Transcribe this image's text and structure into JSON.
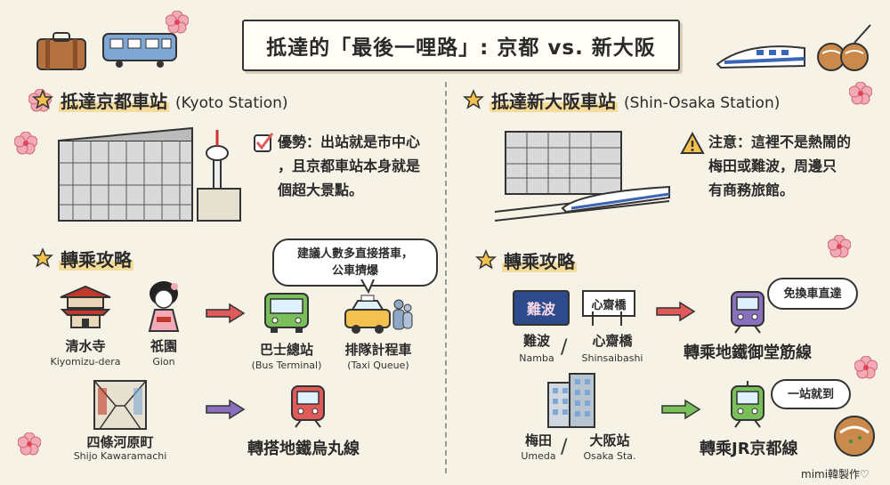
{
  "title": "抵達的「最後一哩路」: 京都 vs. 新大阪",
  "kyoto": {
    "heading": "抵達京都車站",
    "heading_en": "(Kyoto Station)",
    "advantage_lines": [
      "優勢：出站就是市中心",
      "，且京都車站本身就是",
      "個超大景點。"
    ],
    "transfer_heading": "轉乘攻略",
    "dest1_cn": "清水寺",
    "dest1_en": "Kiyomizu-dera",
    "dest2_cn": "祇園",
    "dest2_en": "Gion",
    "bubble_lines": [
      "建議人數多直接搭車，",
      "公車擠爆"
    ],
    "bus_cn": "巴士總站",
    "bus_en": "(Bus Terminal)",
    "taxi_cn": "排隊計程車",
    "taxi_en": "(Taxi Queue)",
    "dest3_cn": "四條河原町",
    "dest3_en": "Shijo Kawaramachi",
    "subway_text": "轉搭地鐵烏丸線"
  },
  "osaka": {
    "heading": "抵達新大阪車站",
    "heading_en": "(Shin-Osaka Station)",
    "warning_lines": [
      "注意：這裡不是熱鬧的",
      "梅田或難波，周邊只",
      "有商務旅館。"
    ],
    "transfer_heading": "轉乘攻略",
    "sign1": "難波",
    "sign2": "心齋橋",
    "dest1_cn": "難波",
    "dest1_en": "Namba",
    "dest2_cn": "心齋橋",
    "dest2_en": "Shinsaibashi",
    "bubble1": "免換車直達",
    "line1_text": "轉乘地鐵御堂筋線",
    "dest3_cn": "梅田",
    "dest3_en": "Umeda",
    "dest4_cn": "大阪站",
    "dest4_en": "Osaka Sta.",
    "bubble2": "一站就到",
    "line2_text": "轉乘JR京都線"
  },
  "credit": "mimi韓製作♡",
  "colors": {
    "accent": "#e05a5a",
    "highlight": "#f6dc9a",
    "subway": "#8a6fbf",
    "jr": "#7bbf5a",
    "star": "#f2c14e"
  }
}
